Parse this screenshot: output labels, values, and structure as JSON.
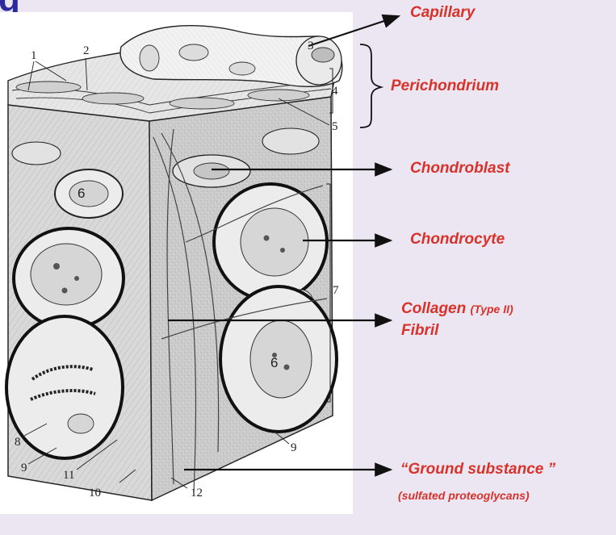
{
  "title_fragment": "g",
  "labels": {
    "capillary": "Capillary",
    "perichondrium": "Perichondrium",
    "chondroblast": "Chondroblast",
    "chondrocyte": "Chondrocyte",
    "collagen_main": "Collagen",
    "collagen_type": "(Type II)",
    "fibril": "Fibril",
    "ground_substance": "“Ground substance ”",
    "sulfated": "(sulfated proteoglycans)"
  },
  "numbers": {
    "n1": "1",
    "n2": "2",
    "n3": "3",
    "n4": "4",
    "n5": "5",
    "n6a": "6",
    "n6b": "6",
    "n7": "7",
    "n8": "8",
    "n9a": "9",
    "n9b": "9",
    "n10": "10",
    "n11": "11",
    "n12": "12"
  },
  "colors": {
    "label_red": "#d8322b",
    "background": "#ebe6f1",
    "title_blue": "#2c2a9c",
    "ink": "#222222"
  }
}
